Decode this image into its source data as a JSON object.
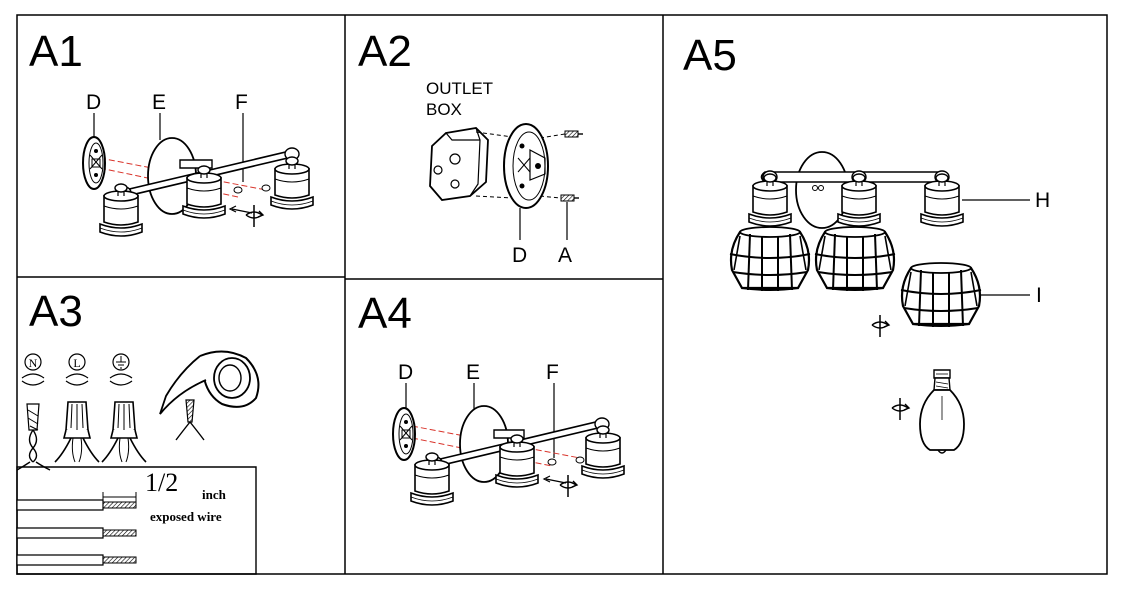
{
  "panels": {
    "a1": {
      "title": "A1",
      "labels": {
        "d": "D",
        "e": "E",
        "f": "F"
      }
    },
    "a2": {
      "title": "A2",
      "outlet_line1": "OUTLET",
      "outlet_line2": "BOX",
      "labels": {
        "d": "D",
        "a": "A"
      }
    },
    "a3": {
      "title": "A3",
      "wire_symbols": {
        "neutral": "N",
        "live": "L"
      },
      "strip_fraction": "1/2",
      "strip_unit": "inch",
      "strip_caption": "exposed wire"
    },
    "a4": {
      "title": "A4",
      "labels": {
        "d": "D",
        "e": "E",
        "f": "F"
      }
    },
    "a5": {
      "title": "A5",
      "labels": {
        "h": "H",
        "i": "I"
      }
    }
  },
  "icons": [
    "rotate-icon",
    "ground-symbol-icon",
    "electrical-tape-icon",
    "wire-nut-icon",
    "light-bulb-icon"
  ],
  "colors": {
    "line": "#000000",
    "guide": "#d9342b",
    "background": "#ffffff"
  }
}
